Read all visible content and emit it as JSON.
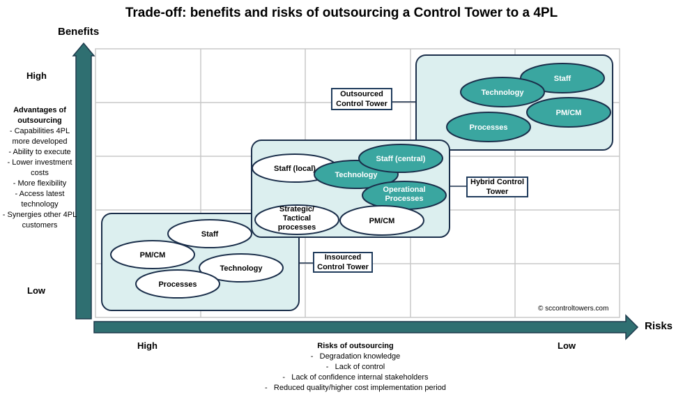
{
  "title": "Trade-off: benefits and risks of outsourcing a Control Tower to a 4PL",
  "y_axis": {
    "name": "Benefits",
    "high": "High",
    "low": "Low",
    "heading": "Advantages of outsourcing",
    "items": [
      "Capabilities 4PL more developed",
      "Ability to execute",
      "Lower investment costs",
      "More flexibility",
      "Access latest technology",
      "Synergies other 4PL customers"
    ]
  },
  "x_axis": {
    "name": "Risks",
    "high": "High",
    "low": "Low",
    "heading": "Risks of outsourcing",
    "items": [
      "Degradation knowledge",
      "Lack of control",
      "Lack of confidence internal stakeholders",
      "Reduced quality/higher cost implementation period"
    ]
  },
  "groups": {
    "insourced": {
      "label": "Insourced Control Tower",
      "items": [
        "Staff",
        "PM/CM",
        "Technology",
        "Processes"
      ]
    },
    "hybrid": {
      "label": "Hybrid Control Tower",
      "items": [
        "Staff (local)",
        "Technology",
        "Staff (central)",
        "Operational Processes",
        "Strategic/ Tactical processes",
        "PM/CM"
      ]
    },
    "outsourced": {
      "label": "Outsourced Control Tower",
      "items": [
        "Staff",
        "Technology",
        "PM/CM",
        "Processes"
      ]
    }
  },
  "copyright": "© sccontroltowers.com",
  "colors": {
    "axis": "#2f6f71",
    "panel_fill": "#dcefef",
    "panel_stroke": "#1a2e4a",
    "teal_ellipse": "#3aa6a0",
    "grid": "#c8c8c8"
  }
}
